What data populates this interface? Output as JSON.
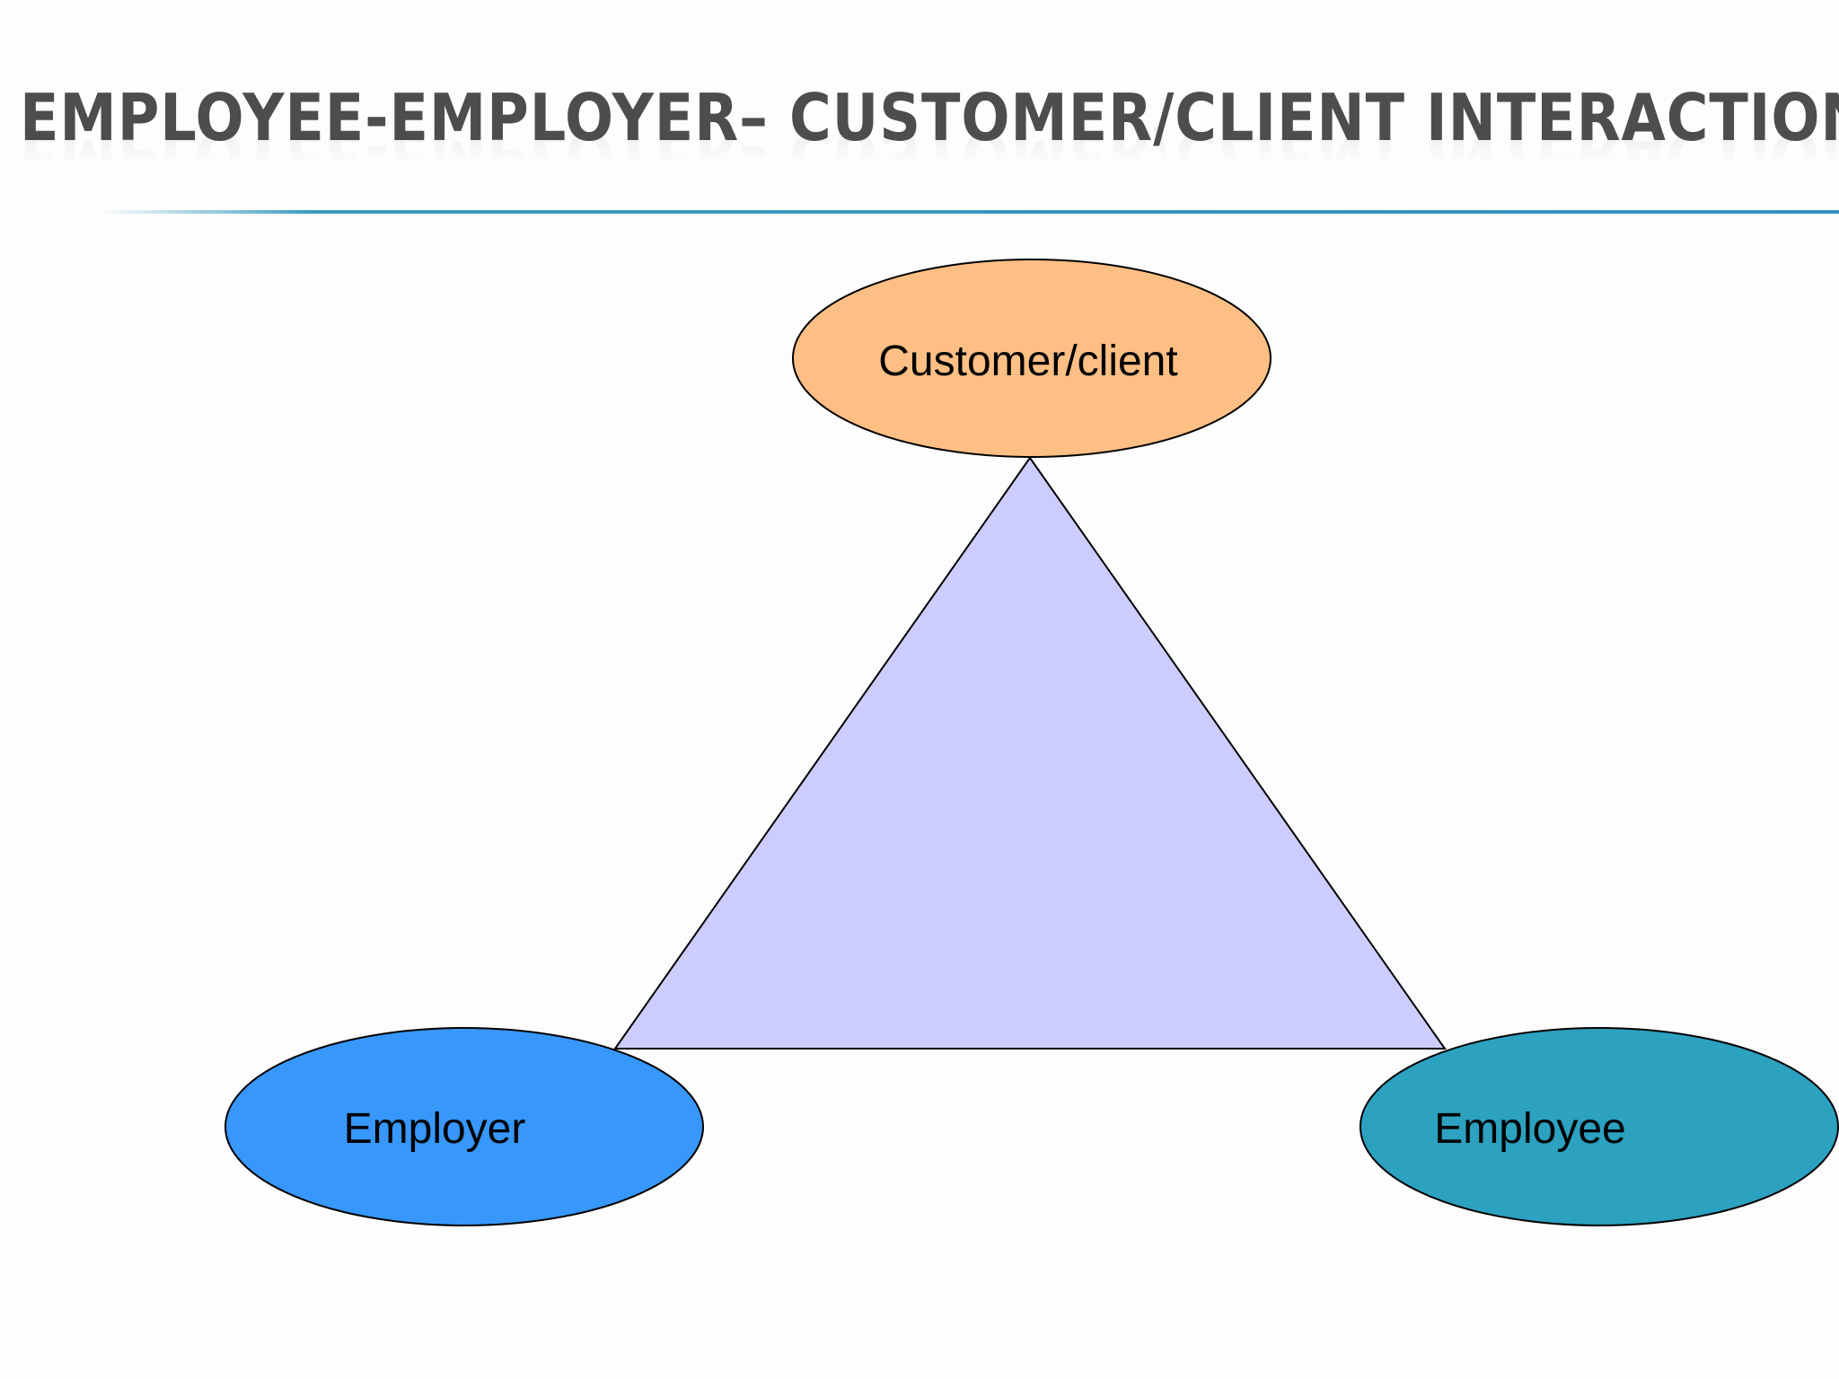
{
  "slide": {
    "title": "EMPLOYEE-EMPLOYER– CUSTOMER/CLIENT INTERACTIONS"
  },
  "diagram": {
    "nodes": {
      "customer": {
        "label": "Customer/client",
        "color": "#FDBF84"
      },
      "employer": {
        "label": "Employer",
        "color": "#3797FA"
      },
      "employee": {
        "label": "Employee",
        "color": "#2CA1C0"
      }
    },
    "triangle_color": "#CCCCFF",
    "accent_rule_color": "#2F93BD"
  }
}
